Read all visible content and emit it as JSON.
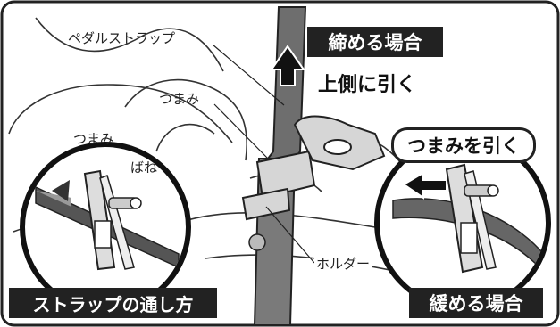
{
  "labels": {
    "pedal_strap": "ペダルストラップ",
    "knob_top": "つまみ",
    "knob_inset": "つまみ",
    "spring": "ばね",
    "holder": "ホルダー"
  },
  "tighten": {
    "title": "締める場合",
    "instruction": "上側に引く"
  },
  "loosen": {
    "title": "緩める場合",
    "instruction": "つまみを引く"
  },
  "threading": {
    "title": "ストラップの通し方"
  }
}
